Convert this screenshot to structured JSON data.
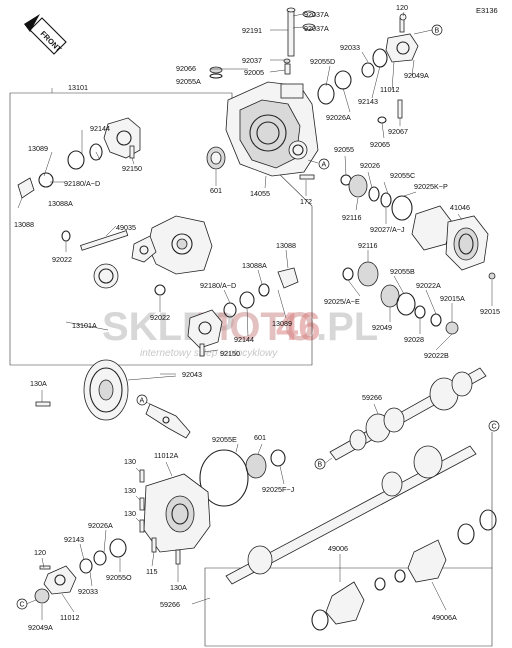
{
  "diagram": {
    "code": "E3136",
    "front_label": "FRONT",
    "watermark": {
      "main_a": "SKLEP",
      "main_b": "MOTO",
      "main_c": "46",
      "main_d": ".PL",
      "sub": "internetowy sklep motocyklowy"
    },
    "callouts": {
      "a": "A",
      "b": "B",
      "c": "C"
    },
    "labels": {
      "l92037a_1": "92037A",
      "l92191": "92191",
      "l92037a_2": "92037A",
      "l120_top": "120",
      "l92066": "92066",
      "l92055a": "92055A",
      "l92037": "92037",
      "l92005": "92005",
      "l92055d": "92055D",
      "l92033_top": "92033",
      "l92049a_top": "92049A",
      "l13101": "13101",
      "l92143_top": "92143",
      "l11012_top": "11012",
      "l92026a_top": "92026A",
      "l92067": "92067",
      "l92065": "92065",
      "l92144_top": "92144",
      "l13089_top": "13089",
      "l92180_top": "92180/A~D",
      "l92150_top": "92150",
      "l13088a_top": "13088A",
      "l13088_left": "13088",
      "l49035": "49035",
      "l601_top": "601",
      "l14055": "14055",
      "l172": "172",
      "l92055": "92055",
      "l92026": "92026",
      "l92055c": "92055C",
      "l92025kp": "92025K~P",
      "l92116_a": "92116",
      "l92027": "92027/A~J",
      "l41046": "41046",
      "l13088_right": "13088",
      "l92022_left": "92022",
      "l13088a_right": "13088A",
      "l92180_mid": "92180/A~D",
      "l92116_b": "92116",
      "l92055b": "92055B",
      "l92022a": "92022A",
      "l92015a": "92015A",
      "l92025ae": "92025/A~E",
      "l92015": "92015",
      "l92022_mid": "92022",
      "l13089_mid": "13089",
      "l92049": "92049",
      "l92028": "92028",
      "l92022b": "92022B",
      "l13101a": "13101A",
      "l92144_mid": "92144",
      "l92150_mid": "92150",
      "l92043": "92043",
      "l130a_top": "130A",
      "l59266_top": "59266",
      "l92055e": "92055E",
      "l601_bottom": "601",
      "l130_1": "130",
      "l11012a": "11012A",
      "l130_2": "130",
      "l92025fj": "92025F~J",
      "l130_3": "130",
      "l92026a_bot": "92026A",
      "l92143_bot": "92143",
      "l92055o": "92055O",
      "l120_bot": "120",
      "l92033_bot": "92033",
      "l115": "115",
      "l130a_bot": "130A",
      "l49006_top": "49006",
      "l59266_bot": "59266",
      "l11012_bot": "11012",
      "l92049a_bot": "92049A",
      "l49006a": "49006A"
    }
  }
}
